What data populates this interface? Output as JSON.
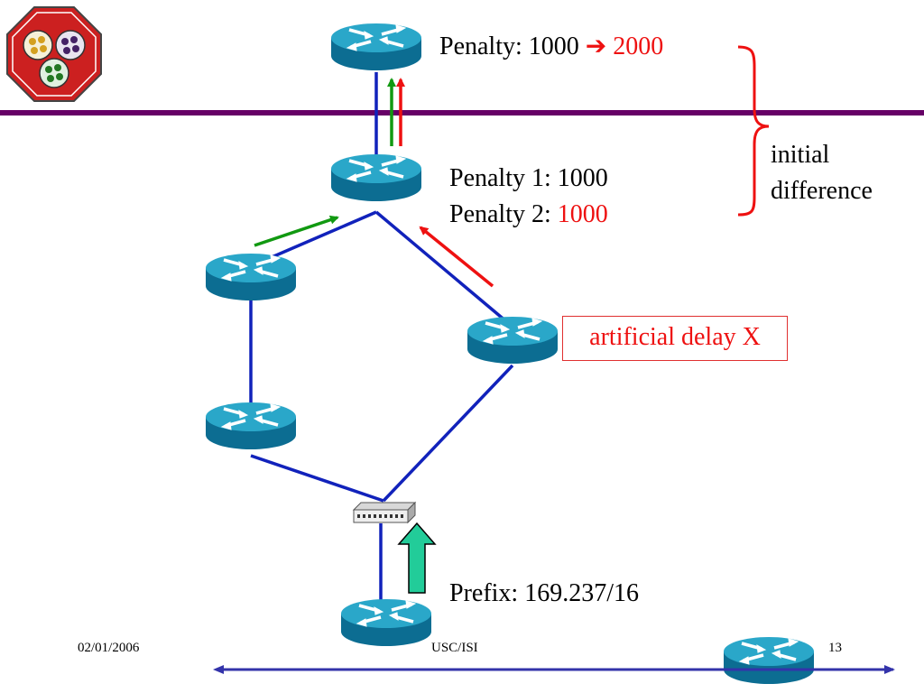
{
  "labels": {
    "top_penalty_prefix": "Penalty: 1000",
    "top_penalty_arrow": "➔",
    "top_penalty_new": "2000",
    "penalty1": "Penalty 1: 1000",
    "penalty2_prefix": "Penalty 2: ",
    "penalty2_value": "1000",
    "initial_difference_line1": "initial",
    "initial_difference_line2": "difference",
    "artificial_delay": "artificial delay X",
    "prefix": "Prefix: 169.237/16"
  },
  "footer": {
    "date": "02/01/2006",
    "org": "USC/ISI",
    "page": "13"
  },
  "colors": {
    "link": "#1122bb",
    "separator": "#660066",
    "router_top": "#2aa7c9",
    "router_side": "#0c6d92",
    "update_green": "#119911",
    "update_red": "#ee1111",
    "prefix_arrow": "#22cc99",
    "timeline": "#3333aa"
  },
  "icons": [
    "router-icon",
    "switch-icon",
    "logo-icon",
    "brace-icon"
  ]
}
